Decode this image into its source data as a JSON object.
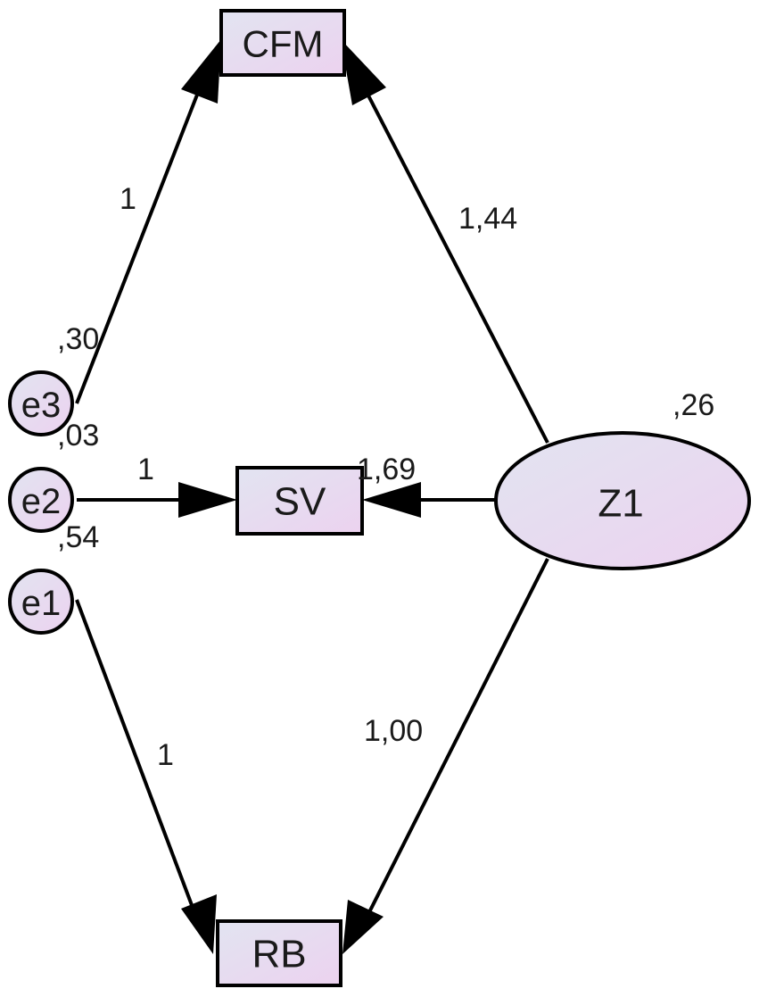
{
  "diagram": {
    "nodes": {
      "cfm": {
        "label": "CFM",
        "kind": "observed"
      },
      "sv": {
        "label": "SV",
        "kind": "observed"
      },
      "rb": {
        "label": "RB",
        "kind": "observed"
      },
      "z1": {
        "label": "Z1",
        "kind": "latent"
      },
      "e3": {
        "label": "e3",
        "kind": "error"
      },
      "e2": {
        "label": "e2",
        "kind": "error"
      },
      "e1": {
        "label": "e1",
        "kind": "error"
      }
    },
    "variances": {
      "z1": ",26",
      "e3": ",30",
      "e2": ",03",
      "e1": ",54"
    },
    "paths": [
      {
        "from": "e3",
        "to": "cfm",
        "label": "1"
      },
      {
        "from": "e2",
        "to": "sv",
        "label": "1"
      },
      {
        "from": "e1",
        "to": "rb",
        "label": "1"
      },
      {
        "from": "z1",
        "to": "cfm",
        "label": "1,44"
      },
      {
        "from": "z1",
        "to": "sv",
        "label": "1,69"
      },
      {
        "from": "z1",
        "to": "rb",
        "label": "1,00"
      }
    ]
  },
  "colors": {
    "node_fill_start": "#e2e4f1",
    "node_fill_end": "#ecd2ef",
    "stroke": "#000000",
    "text": "#1a1a1a"
  }
}
